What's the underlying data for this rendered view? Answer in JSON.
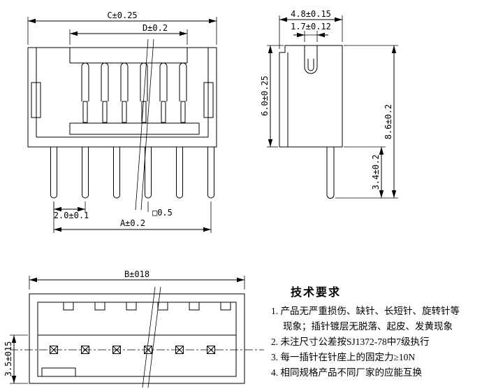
{
  "front_view": {
    "dim_c": "C±0.25",
    "dim_d": "D±0.2",
    "dim_pitch": "2.0±0.1",
    "dim_a": "A±0.2",
    "dim_pin_square": "□0.5"
  },
  "side_view": {
    "dim_width": "4.8±0.15",
    "dim_slot": "1.7±0.12",
    "dim_height": "6.0±0.25",
    "dim_overall": "8.6±0.2",
    "dim_pin_length": "3.4±0.2"
  },
  "bottom_view": {
    "dim_b": "B±018",
    "dim_depth": "3.5±015"
  },
  "tech_requirements": {
    "title": "技术要求",
    "items": [
      "1. 产品无严重损伤、缺针、长短针、旋转针等现象；插针镀层无脱落、起皮、发黄现象",
      "2. 未注尺寸公差按SJ1372-78中7级执行",
      "3. 每一插针在针座上的固定力≥10N",
      "4. 相同规格产品不同厂家的应能互换"
    ]
  },
  "colors": {
    "ink": "#000000",
    "paper": "#ffffff"
  }
}
